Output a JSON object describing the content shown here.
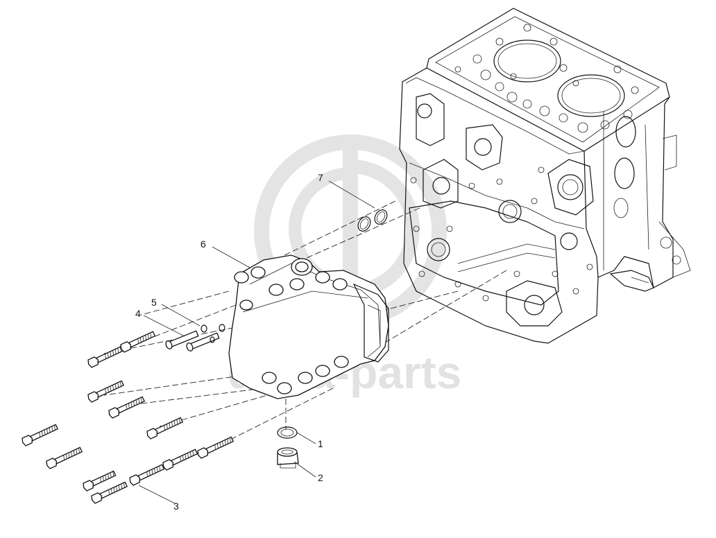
{
  "watermark": {
    "text": "delta-parts",
    "color": "#d0d0d0"
  },
  "callouts": [
    {
      "id": "1",
      "label": "1"
    },
    {
      "id": "2",
      "label": "2"
    },
    {
      "id": "3",
      "label": "3"
    },
    {
      "id": "4",
      "label": "4"
    },
    {
      "id": "5",
      "label": "5"
    },
    {
      "id": "6",
      "label": "6"
    },
    {
      "id": "7",
      "label": "7"
    }
  ],
  "colors": {
    "line": "#111111",
    "background": "#ffffff"
  }
}
